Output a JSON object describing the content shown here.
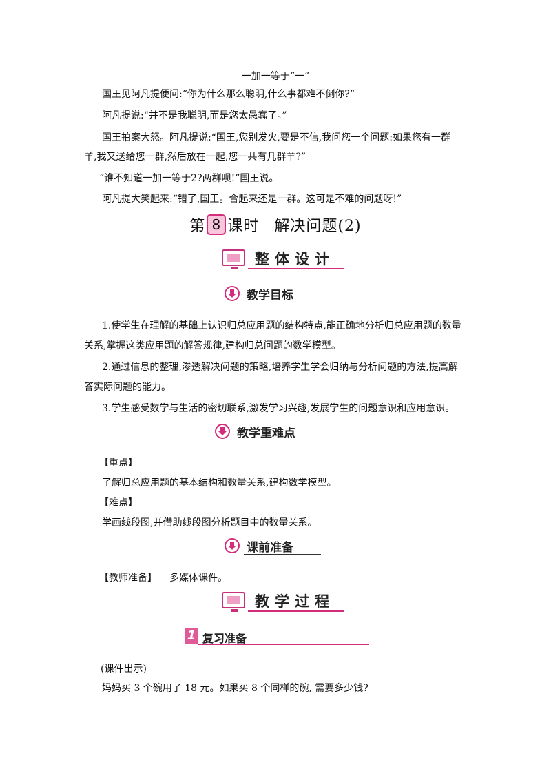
{
  "story": {
    "title": "一加一等于“一”",
    "paragraphs": [
      "国王见阿凡提便问:“你为什么那么聪明,什么事都难不倒你?”",
      "阿凡提说:“并不是我聪明,而是您太愚蠢了。”",
      "国王拍案大怒。阿凡提说:“国王,您别发火,要是不信,我问您一个问题:如果您有一群",
      "羊,我又送给您一群,然后放在一起,您一共有几群羊?”",
      "“谁不知道一加一等于2?两群呗!”国王说。",
      "阿凡提大笑起来:“错了,国王。合起来还是一群。这可是不难的问题呀!”"
    ]
  },
  "lesson": {
    "prefix": "第",
    "number": "8",
    "suffix": "课时",
    "title": "解决问题(2)"
  },
  "sections": {
    "overall_design": "整体设计",
    "teaching_goals": "教学目标",
    "key_points": "教学重难点",
    "preparation": "课前准备",
    "process": "教学过程"
  },
  "goals": [
    "1.使学生在理解的基础上认识归总应用题的结构特点,能正确地分析归总应用题的数量",
    "关系,掌握这类应用题的解答规律,建构归总问题的数学模型。",
    "2.通过信息的整理,渗透解决问题的策略,培养学生学会归纳与分析问题的方法,提高解",
    "答实际问题的能力。",
    "3.学生感受数学与生活的密切联系,激发学习兴趣,发展学生的问题意识和应用意识。"
  ],
  "key": {
    "focus_label": "【重点】",
    "focus_text": "了解归总应用题的基本结构和数量关系,建构数学模型。",
    "difficulty_label": "【难点】",
    "difficulty_text": "学画线段图,并借助线段图分析题目中的数量关系。"
  },
  "prep": {
    "label": "【教师准备】",
    "text": "多媒体课件。"
  },
  "step1": {
    "number": "1",
    "title": "复习准备",
    "note": "(课件出示)",
    "question": "妈妈买 3 个碗用了 18 元。如果买 8 个同样的碗, 需要多少钱?"
  }
}
